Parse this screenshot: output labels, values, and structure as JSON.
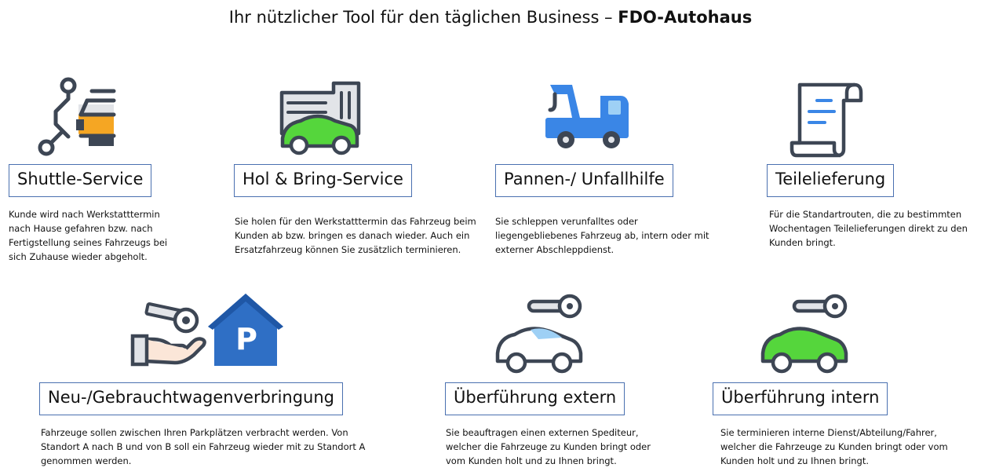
{
  "title": {
    "prefix": "Ihr nützlicher Tool für den täglichen Business – ",
    "brand": "FDO-Autohaus"
  },
  "services": [
    {
      "label": "Shuttle-Service",
      "icon": "shuttle-route-icon",
      "description": "Kunde wird nach Werkstatttermin nach Hause gefahren bzw. nach Fertigstellung seines Fahrzeugs bei sich Zuhause wieder abgeholt."
    },
    {
      "label": "Hol & Bring-Service",
      "icon": "car-building-icon",
      "description": "Sie holen für den Werkstatttermin das Fahrzeug beim Kunden ab bzw. bringen es danach wieder. Auch ein Ersatzfahrzeug können Sie zusätzlich terminieren."
    },
    {
      "label": "Pannen-/ Unfallhilfe",
      "icon": "tow-truck-icon",
      "description": "Sie schleppen verunfalltes oder liegengebliebenes Fahrzeug ab, intern oder mit externer Abschleppdienst."
    },
    {
      "label": "Teilelieferung",
      "icon": "document-scroll-icon",
      "description": "Für die Standartrouten, die zu bestimmten Wochentagen Teilelieferungen direkt zu den Kunden bringt."
    },
    {
      "label": "Neu-/Gebrauchtwagenverbringung",
      "icon": "hand-key-parking-icon",
      "parking_letter": "P",
      "description": "Fahrzeuge sollen zwischen Ihren Parkplätzen verbracht werden. Von Standort A nach B und von B soll ein Fahrzeug wieder mit zu Standort A genommen werden."
    },
    {
      "label": "Überführung extern",
      "icon": "car-key-blue-icon",
      "description": "Sie beauftragen einen externen Spediteur, welcher die Fahrzeuge zu Kunden bringt oder vom Kunden holt und zu Ihnen bringt."
    },
    {
      "label": "Überführung intern",
      "icon": "car-key-green-icon",
      "description": "Sie terminieren interne Dienst/Abteilung/Fahrer, welcher die Fahrzeuge zu Kunden bringt oder vom Kunden holt und zu Ihnen bringt."
    }
  ],
  "colors": {
    "label_border": "#4a70b0",
    "icon_outline": "#3d4654",
    "green": "#55d63c",
    "blue": "#3a86e6",
    "light_blue": "#9ed0f5",
    "orange": "#f5a623",
    "grey": "#e2e4e8"
  }
}
